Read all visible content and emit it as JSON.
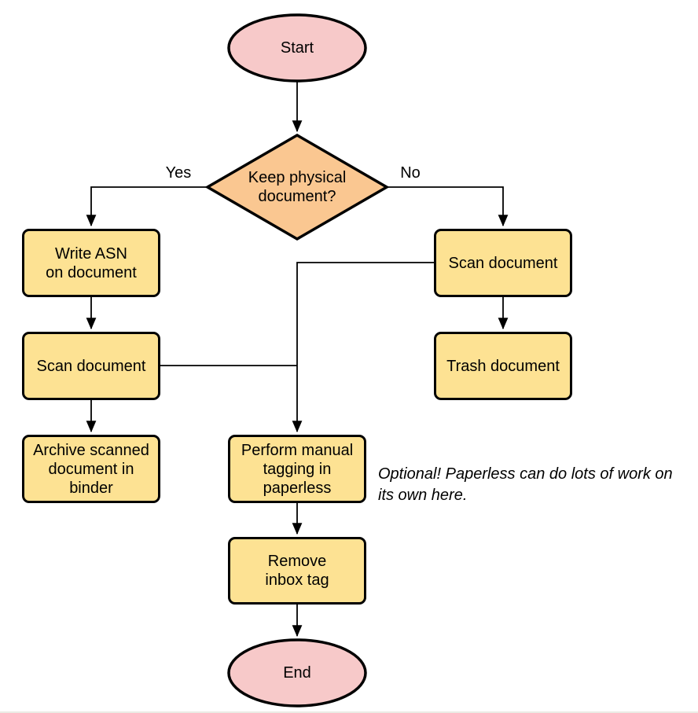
{
  "colors": {
    "terminal_fill": "#f7c9c9",
    "decision_fill": "#fac791",
    "process_fill": "#fde293",
    "stroke_color": "#000000",
    "line_color": "#000000",
    "page_edge": "#ebebe4",
    "canvas_bg": "#ffffff"
  },
  "nodes": {
    "start": {
      "type": "terminal",
      "label": "Start"
    },
    "decision": {
      "type": "decision",
      "label": "Keep physical\ndocument?"
    },
    "write_asn": {
      "type": "process",
      "label": "Write ASN\non document"
    },
    "scan_left": {
      "type": "process",
      "label": "Scan document"
    },
    "archive": {
      "type": "process",
      "label": "Archive scanned\ndocument in\nbinder"
    },
    "scan_right": {
      "type": "process",
      "label": "Scan document"
    },
    "trash": {
      "type": "process",
      "label": "Trash document"
    },
    "tagging": {
      "type": "process",
      "label": "Perform manual\ntagging in\npaperless"
    },
    "remove_inbox": {
      "type": "process",
      "label": "Remove\ninbox tag"
    },
    "end": {
      "type": "terminal",
      "label": "End"
    }
  },
  "edge_labels": {
    "yes": "Yes",
    "no": "No"
  },
  "annotation": {
    "text": "Optional! Paperless can do lots of work on\nits own here."
  }
}
